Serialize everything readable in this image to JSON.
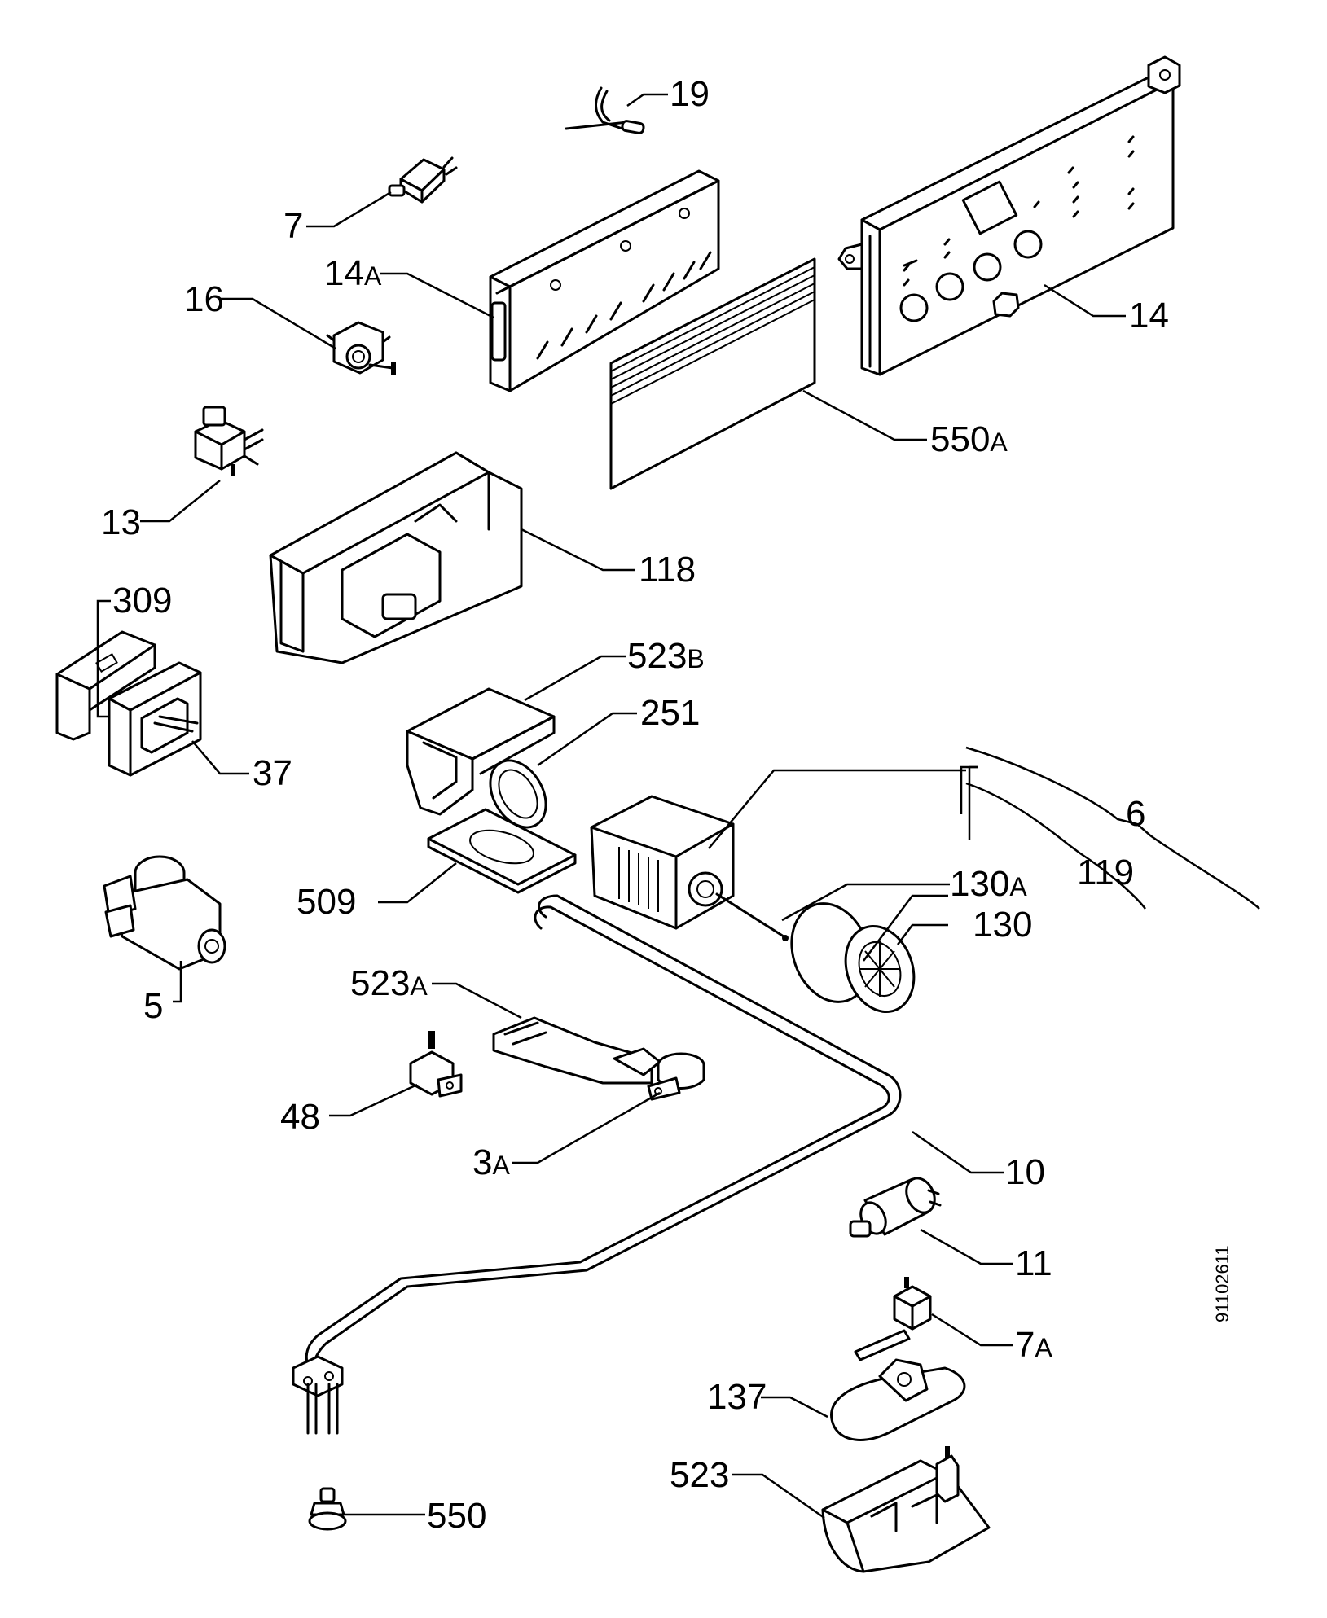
{
  "diagram": {
    "document_number": "91102611",
    "callouts": [
      {
        "id": "19",
        "text": "19"
      },
      {
        "id": "7",
        "text": "7"
      },
      {
        "id": "14A",
        "text": "14",
        "suffix": "A"
      },
      {
        "id": "16",
        "text": "16"
      },
      {
        "id": "14",
        "text": "14"
      },
      {
        "id": "550A",
        "text": "550",
        "suffix": "A"
      },
      {
        "id": "13",
        "text": "13"
      },
      {
        "id": "118",
        "text": "118"
      },
      {
        "id": "309",
        "text": "309"
      },
      {
        "id": "523B",
        "text": "523",
        "suffix": "B"
      },
      {
        "id": "251",
        "text": "251"
      },
      {
        "id": "37",
        "text": "37"
      },
      {
        "id": "6",
        "text": "6"
      },
      {
        "id": "119",
        "text": "119"
      },
      {
        "id": "130A",
        "text": "130",
        "suffix": "A"
      },
      {
        "id": "130",
        "text": "130"
      },
      {
        "id": "509",
        "text": "509"
      },
      {
        "id": "5",
        "text": "5"
      },
      {
        "id": "523A",
        "text": "523",
        "suffix": "A"
      },
      {
        "id": "48",
        "text": "48"
      },
      {
        "id": "3A",
        "text": "3",
        "suffix": "A"
      },
      {
        "id": "10",
        "text": "10"
      },
      {
        "id": "11",
        "text": "11"
      },
      {
        "id": "7A",
        "text": "7",
        "suffix": "A"
      },
      {
        "id": "137",
        "text": "137"
      },
      {
        "id": "523",
        "text": "523"
      },
      {
        "id": "550",
        "text": "550"
      }
    ]
  }
}
